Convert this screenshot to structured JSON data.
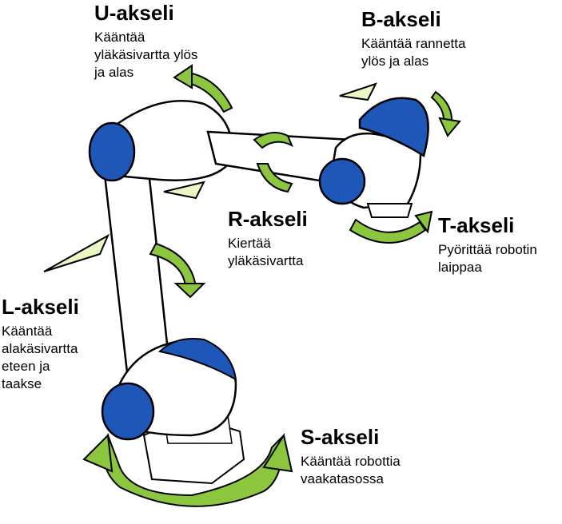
{
  "diagram": {
    "colors": {
      "blue": "#1f57b8",
      "arrow_green": "#8cc63f",
      "arrow_light": "#eaf7c4",
      "outline": "#000000",
      "body": "#ffffff"
    },
    "axes": [
      {
        "id": "u",
        "title": "U-akseli",
        "desc": "Kääntää\nyläkäsivartta ylös\nja alas"
      },
      {
        "id": "b",
        "title": "B-akseli",
        "desc": "Kääntää rannetta\nylös ja alas"
      },
      {
        "id": "r",
        "title": "R-akseli",
        "desc": "Kiertää\nyläkäsivartta"
      },
      {
        "id": "t",
        "title": "T-akseli",
        "desc": "Pyörittää robotin\nlaippaa"
      },
      {
        "id": "l",
        "title": "L-akseli",
        "desc": "Kääntää\nalakäsivartta\neteen ja\ntaakse"
      },
      {
        "id": "s",
        "title": "S-akseli",
        "desc": "Kääntää robottia\nvaakatasossa"
      }
    ]
  }
}
